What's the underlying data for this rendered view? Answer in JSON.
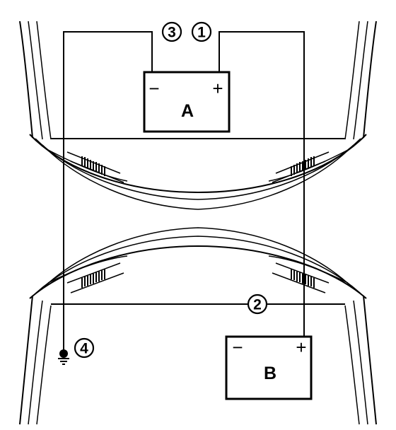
{
  "diagram": {
    "battery_a": {
      "label": "A",
      "neg": "−",
      "pos": "+"
    },
    "battery_b": {
      "label": "B",
      "neg": "−",
      "pos": "+"
    },
    "callouts": {
      "c1": "1",
      "c2": "2",
      "c3": "3",
      "c4": "4"
    }
  }
}
